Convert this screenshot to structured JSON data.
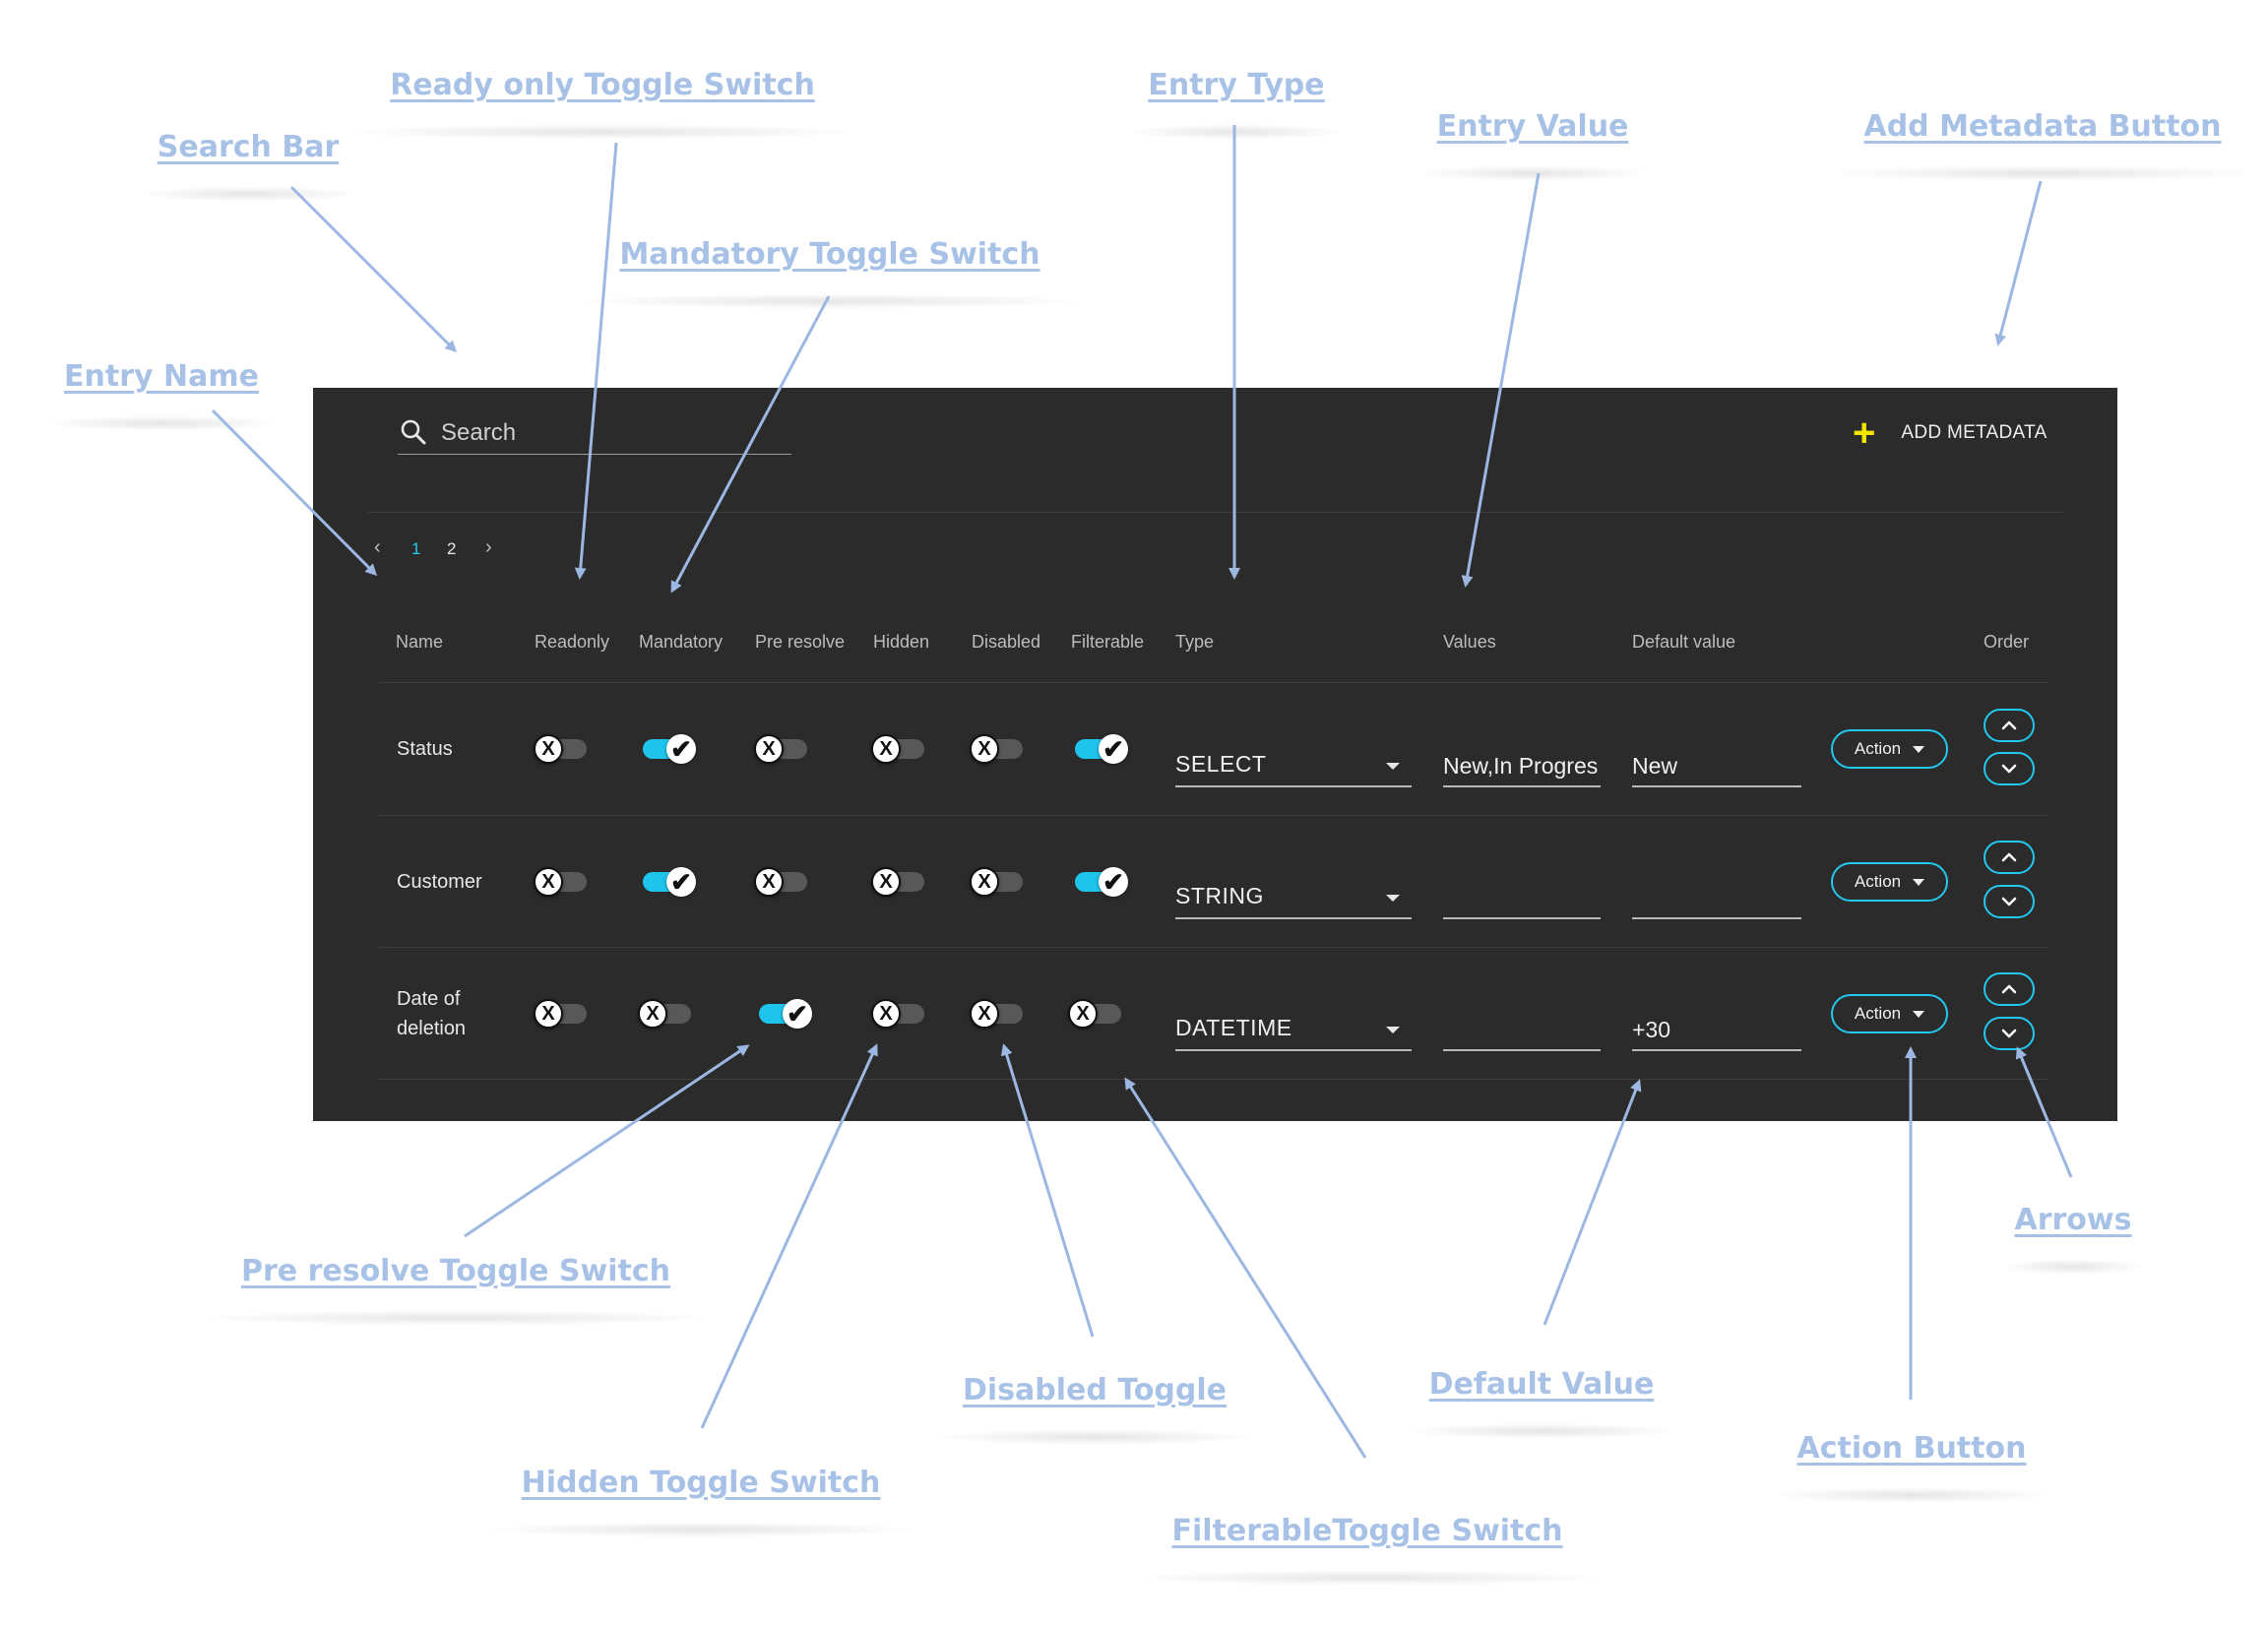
{
  "annotations": {
    "search_bar": "Search Bar",
    "ready_only_toggle": "Ready only Toggle Switch",
    "entry_type": "Entry Type",
    "entry_value": "Entry Value",
    "add_metadata_button": "Add Metadata  Button",
    "mandatory_toggle": "Mandatory Toggle Switch",
    "entry_name": "Entry Name",
    "pre_resolve_toggle": "Pre resolve Toggle Switch",
    "hidden_toggle": "Hidden Toggle Switch",
    "disabled_toggle": "Disabled Toggle",
    "filterable_toggle": "FilterableToggle Switch",
    "default_value": "Default Value",
    "action_button": "Action Button",
    "arrows": "Arrows"
  },
  "search": {
    "placeholder": "Search",
    "icon": "search-icon"
  },
  "add_metadata": {
    "icon": "plus-icon",
    "label": "ADD METADATA"
  },
  "pagination": {
    "prev": "‹",
    "pages": [
      "1",
      "2"
    ],
    "current": "1",
    "next": "›"
  },
  "columns": {
    "name": "Name",
    "readonly": "Readonly",
    "mandatory": "Mandatory",
    "pre_resolve": "Pre resolve",
    "hidden": "Hidden",
    "disabled": "Disabled",
    "filterable": "Filterable",
    "type": "Type",
    "values": "Values",
    "default_value": "Default value",
    "order": "Order"
  },
  "rows": [
    {
      "name": "Status",
      "readonly": false,
      "mandatory": true,
      "pre_resolve": false,
      "hidden": false,
      "disabled": false,
      "filterable": true,
      "type": "SELECT",
      "values": "New,In Progres",
      "default_value": "New",
      "action": "Action"
    },
    {
      "name": "Customer",
      "readonly": false,
      "mandatory": true,
      "pre_resolve": false,
      "hidden": false,
      "disabled": false,
      "filterable": true,
      "type": "STRING",
      "values": "",
      "default_value": "",
      "action": "Action"
    },
    {
      "name": "Date of deletion",
      "readonly": false,
      "mandatory": false,
      "pre_resolve": true,
      "hidden": false,
      "disabled": false,
      "filterable": false,
      "type": "DATETIME",
      "values": "",
      "default_value": "+30",
      "action": "Action"
    }
  ],
  "toggle_glyphs": {
    "off": "X",
    "on": "✔"
  },
  "colors": {
    "panel_bg": "#2b2b2b",
    "accent": "#22c8ef",
    "add_plus": "#f3e600",
    "annotation": "#a7c2e6"
  }
}
